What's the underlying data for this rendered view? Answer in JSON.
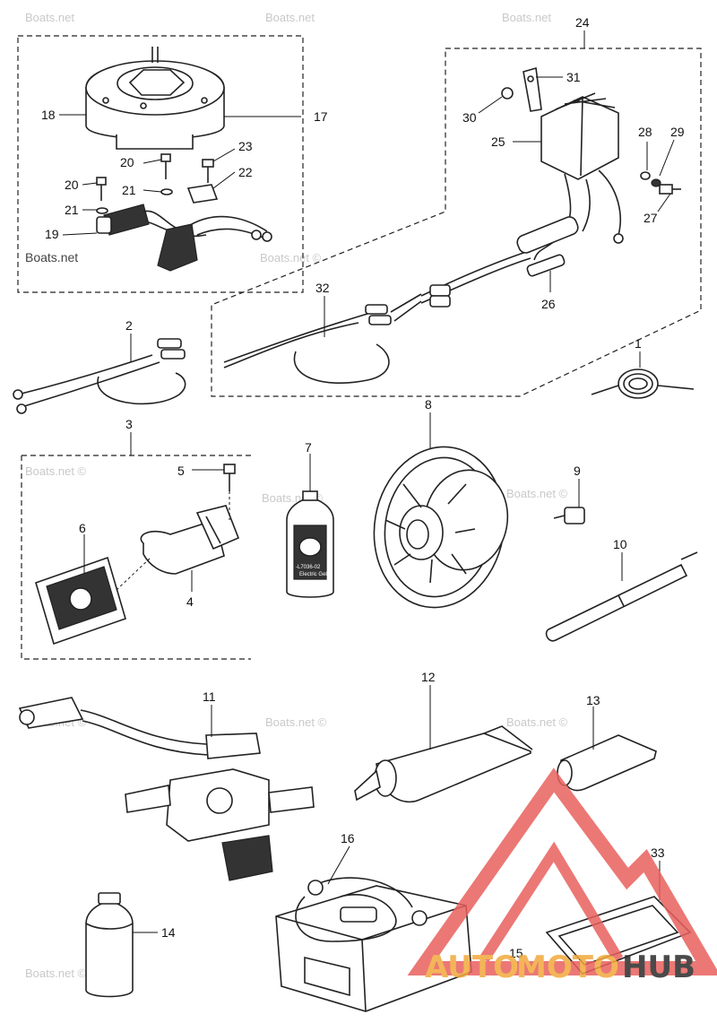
{
  "watermarks": [
    "Boats.net",
    "Boats.net ©"
  ],
  "brand": {
    "text_a": "AUTO",
    "text_b": "MOTO",
    "text_c": "HUB",
    "color_a": "#f2a93b",
    "color_b": "#f2a93b",
    "color_c": "#2b2b2b",
    "triangle_color": "#e8615d"
  },
  "callouts": {
    "c1": "1",
    "c2": "2",
    "c3": "3",
    "c4": "4",
    "c5": "5",
    "c6": "6",
    "c7": "7",
    "c8": "8",
    "c9": "9",
    "c10": "10",
    "c11": "11",
    "c12": "12",
    "c13": "13",
    "c14": "14",
    "c15": "15",
    "c16": "16",
    "c17": "17",
    "c18": "18",
    "c19": "19",
    "c20a": "20",
    "c20b": "20",
    "c21a": "21",
    "c21b": "21",
    "c22": "22",
    "c23": "23",
    "c24": "24",
    "c25": "25",
    "c26": "26",
    "c27": "27",
    "c28": "28",
    "c29": "29",
    "c30": "30",
    "c31": "31",
    "c32": "32",
    "c33": "33"
  },
  "bottle_label": {
    "line1": "-L7036-02",
    "line2": "Electric Gel"
  }
}
